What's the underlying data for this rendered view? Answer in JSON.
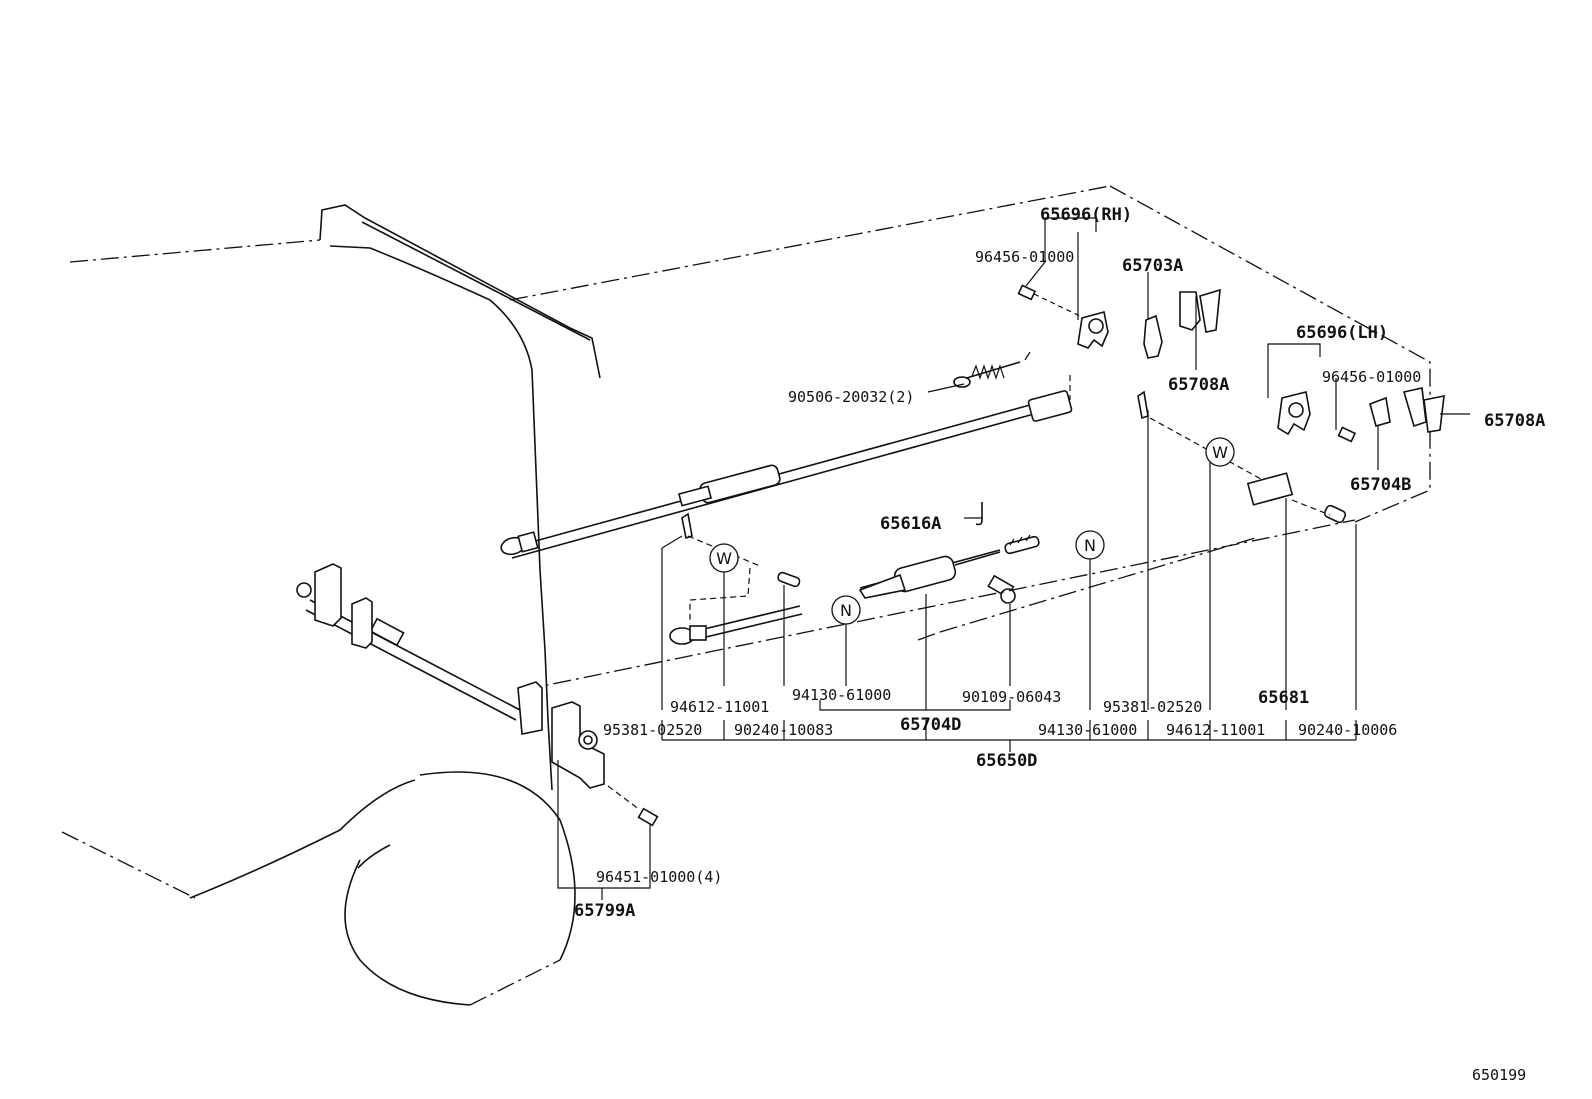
{
  "parts": {
    "p65696_rh": "65696(RH)",
    "p96456_rh": "96456-01000",
    "p65703a": "65703A",
    "p65708a_rh": "65708A",
    "p90506": "90506-20032(2)",
    "p65696_lh": "65696(LH)",
    "p96456_lh": "96456-01000",
    "p65708a_lh": "65708A",
    "p65704b": "65704B",
    "p65616a": "65616A",
    "p94612_l": "94612-11001",
    "p94130_l": "94130-61000",
    "p90109": "90109-06043",
    "p95381_r": "95381-02520",
    "p65681": "65681",
    "p95381_l": "95381-02520",
    "p90240_l": "90240-10083",
    "p65704d": "65704D",
    "p94130_r": "94130-61000",
    "p94612_r": "94612-11001",
    "p90240_r": "90240-10006",
    "p65650d": "65650D",
    "p96451": "96451-01000(4)",
    "p65799a": "65799A"
  },
  "markers": {
    "w": "W",
    "n": "N"
  },
  "figure_code": "650199"
}
